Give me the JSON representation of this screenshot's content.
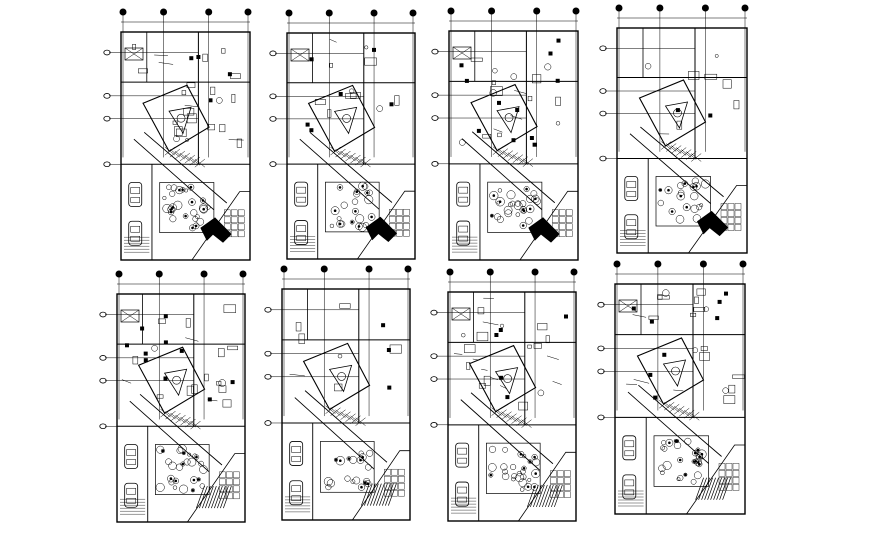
{
  "drawing": {
    "kind": "architectural-floor-plan-sheet",
    "line_color": "#000000",
    "background_color": "#ffffff",
    "plans": [
      {
        "id": "plan-1",
        "row": 1,
        "col": 1,
        "fill_level": "furnished"
      },
      {
        "id": "plan-2",
        "row": 1,
        "col": 2,
        "fill_level": "structural"
      },
      {
        "id": "plan-3",
        "row": 1,
        "col": 3,
        "fill_level": "furnished"
      },
      {
        "id": "plan-4",
        "row": 1,
        "col": 4,
        "fill_level": "sparse"
      },
      {
        "id": "plan-5",
        "row": 2,
        "col": 1,
        "fill_level": "furnished"
      },
      {
        "id": "plan-6",
        "row": 2,
        "col": 2,
        "fill_level": "sparse"
      },
      {
        "id": "plan-7",
        "row": 2,
        "col": 3,
        "fill_level": "furnished"
      },
      {
        "id": "plan-8",
        "row": 2,
        "col": 4,
        "fill_level": "furnished"
      }
    ]
  }
}
